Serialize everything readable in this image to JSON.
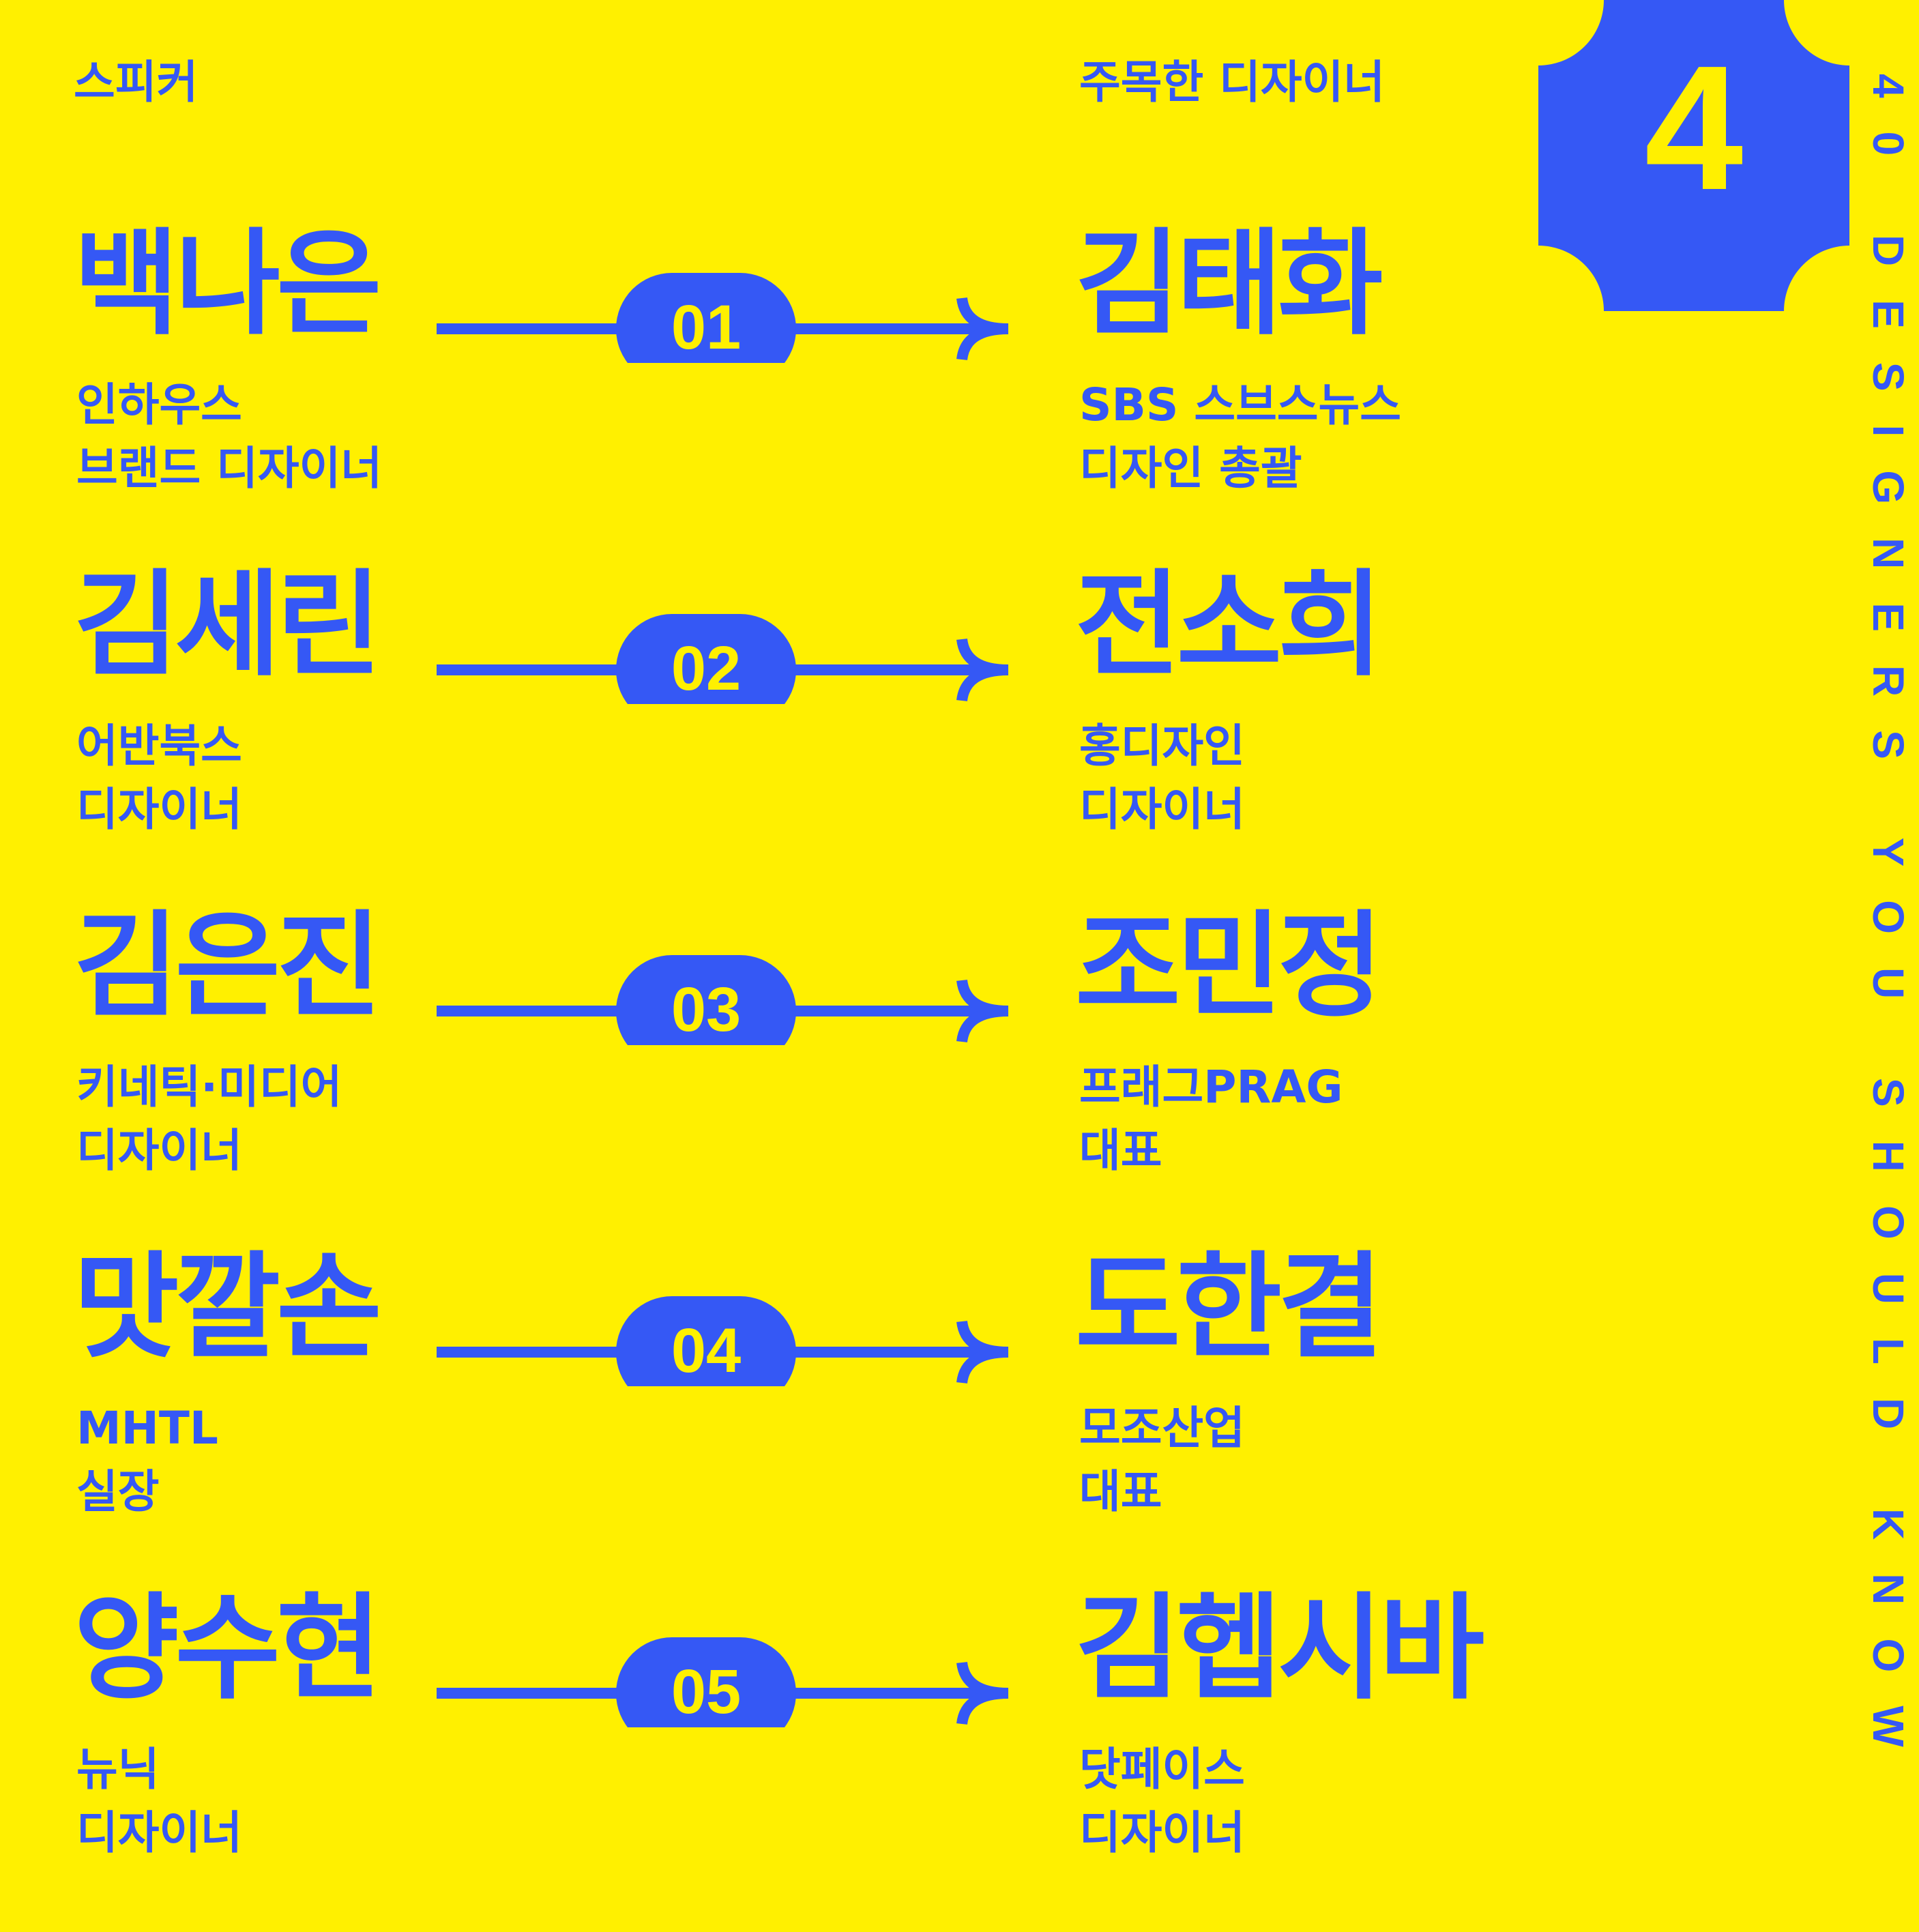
{
  "header": {
    "speaker": "스피커",
    "designer": "주목한 디자이너"
  },
  "badge": {
    "number": "4"
  },
  "vertical_text": "40 DESIGNERS YOU SHOULD KNOW",
  "colors": {
    "background": "#FFF000",
    "accent": "#3558F5"
  },
  "rows": [
    {
      "num": "01",
      "speaker": {
        "name": "백나은",
        "line1": "인하우스",
        "line2": "브랜드 디자이너"
      },
      "designer": {
        "name": "김태화",
        "line1": "SBS 스브스뉴스",
        "line2": "디자인 총괄"
      }
    },
    {
      "num": "02",
      "speaker": {
        "name": "김세린",
        "line1": "어반북스",
        "line2": "디자이너"
      },
      "designer": {
        "name": "전소희",
        "line1": "홍디자인",
        "line2": "디자이너"
      }
    },
    {
      "num": "03",
      "speaker": {
        "name": "김은진",
        "line1": "키네틱·미디어",
        "line2": "디자이너"
      },
      "designer": {
        "name": "조민정",
        "line1": "프래그PRAG",
        "line2": "대표"
      }
    },
    {
      "num": "04",
      "speaker": {
        "name": "맛깔손",
        "line1": "MHTL",
        "line2": "실장"
      },
      "designer": {
        "name": "도한결",
        "line1": "모조산업",
        "line2": "대표"
      }
    },
    {
      "num": "05",
      "speaker": {
        "name": "양수현",
        "line1": "뉴닉",
        "line2": "디자이너"
      },
      "designer": {
        "name": "김헵시바",
        "line1": "닷페이스",
        "line2": "디자이너"
      }
    }
  ]
}
